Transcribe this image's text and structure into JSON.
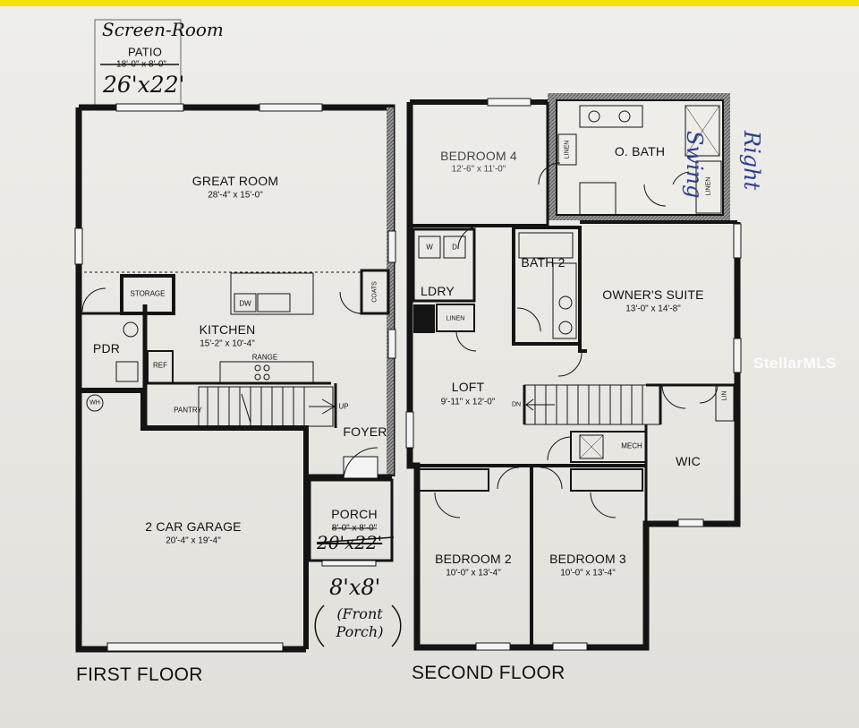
{
  "first_floor": {
    "title": "FIRST FLOOR",
    "rooms": {
      "great_room": {
        "name": "GREAT ROOM",
        "dim": "28'-4\" x 15'-0\""
      },
      "kitchen": {
        "name": "KITCHEN",
        "dim": "15'-2\" x 10'-4\""
      },
      "garage": {
        "name": "2 CAR GARAGE",
        "dim": "20'-4\" x 19'-4\""
      },
      "pdr": {
        "name": "PDR"
      },
      "storage": {
        "name": "STORAGE"
      },
      "foyer": {
        "name": "FOYER"
      },
      "porch": {
        "name": "PORCH",
        "dim": "8'-0\" x 8'-0\""
      },
      "patio": {
        "name": "PATIO",
        "dim": "18'-0\" x 8'-0\""
      }
    },
    "fixtures": {
      "dw": "DW",
      "coats": "COATS",
      "ref": "REF",
      "range": "RANGE",
      "pantry": "PANTRY",
      "up": "UP",
      "wh": "WH"
    }
  },
  "second_floor": {
    "title": "SECOND FLOOR",
    "rooms": {
      "bedroom4": {
        "name": "BEDROOM 4",
        "dim": "12'-6\" x 11'-0\""
      },
      "obath": {
        "name": "O. BATH"
      },
      "bath2": {
        "name": "BATH 2"
      },
      "ldry": {
        "name": "LDRY"
      },
      "owners_suite": {
        "name": "OWNER'S SUITE",
        "dim": "13'-0\" x 14'-8\""
      },
      "loft": {
        "name": "LOFT",
        "dim": "9'-11\" x 12'-0\""
      },
      "wic": {
        "name": "WIC"
      },
      "bedroom2": {
        "name": "BEDROOM 2",
        "dim": "10'-0\" x 13'-4\""
      },
      "bedroom3": {
        "name": "BEDROOM 3",
        "dim": "10'-0\" x 13'-4\""
      }
    },
    "fixtures": {
      "linen_top": "LINEN",
      "linen_ldry": "LINEN",
      "linen_obath": "LINEN",
      "lin": "LIN",
      "mech": "MECH",
      "dn": "DN",
      "washer": "W",
      "dryer": "D"
    }
  },
  "handwritten": {
    "screen_room": "Screen-Room",
    "patio_new_dim": "26'x22'",
    "porch_crossed": "20'x22'",
    "porch_new_dim": "8'x8'",
    "front_porch": "(Front Porch)",
    "right_swing": "Right Swing"
  },
  "watermark": "StellarMLS",
  "colors": {
    "wall": "#141414",
    "ink_blue": "#2a3f92",
    "paper": "#ecebe6"
  }
}
